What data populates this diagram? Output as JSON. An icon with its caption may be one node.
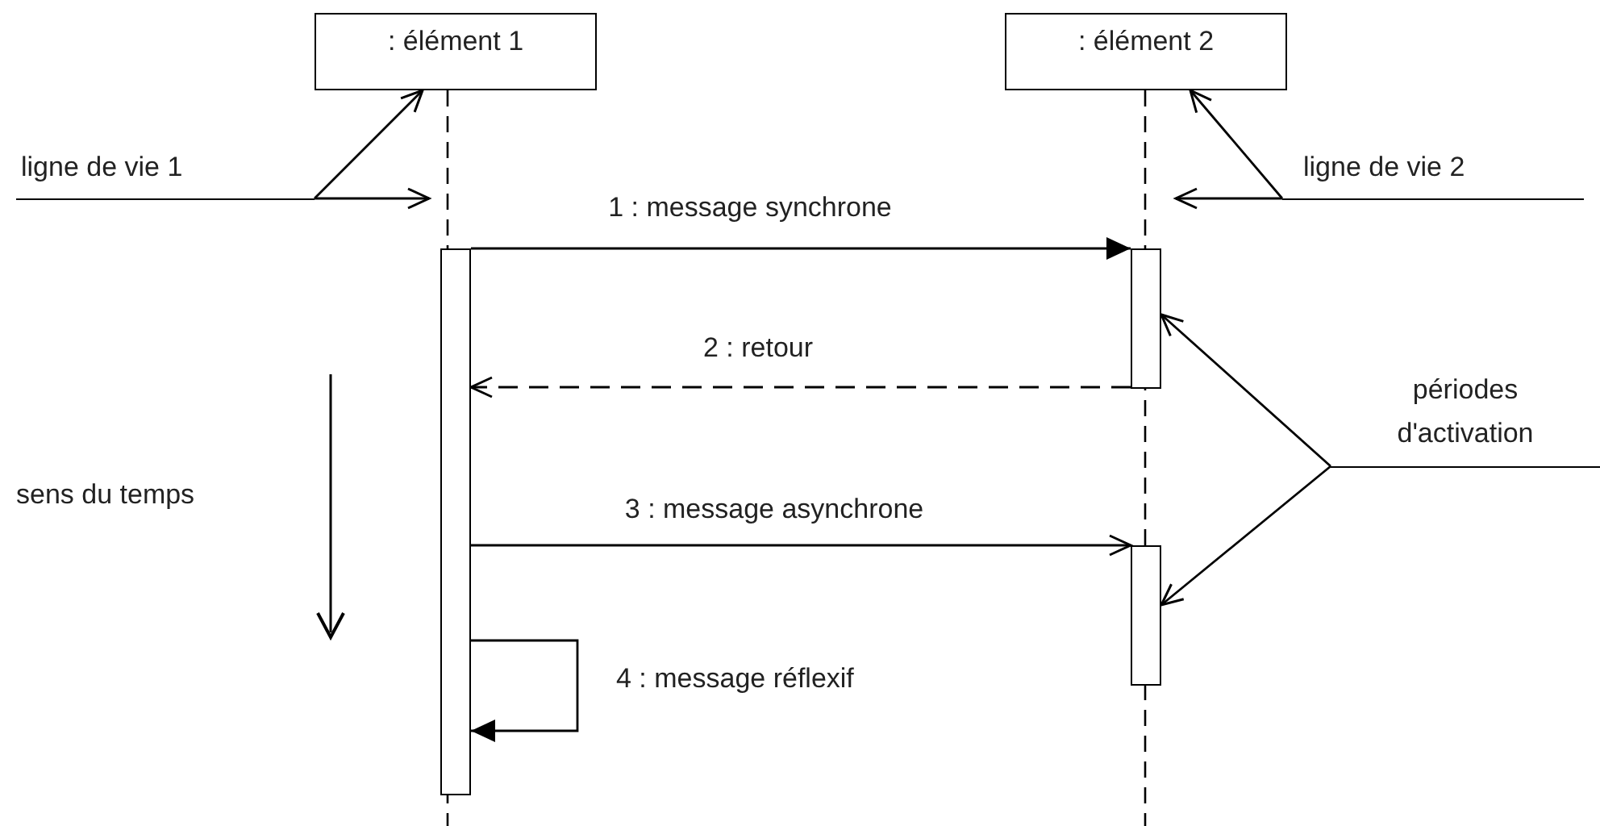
{
  "diagram": {
    "nodes": [
      {
        "text": [
          ": élément 1"
        ]
      },
      {
        "text": [
          ": élément 2"
        ]
      },
      {
        "text": [],
        "shape": "bar"
      },
      {
        "text": [],
        "shape": "bar"
      },
      {
        "text": [],
        "shape": "bar"
      },
      {
        "text": [
          "ligne de vie 1"
        ]
      },
      {
        "text": [
          "ligne de vie 2"
        ]
      },
      {
        "text": [
          "périodes d'activation"
        ]
      }
    ],
    "edges": [
      {
        "from": 2,
        "to": 3,
        "arrow": "to",
        "label": "1 : message synchrone"
      },
      {
        "from": 3,
        "to": 2,
        "arrow": "to",
        "label": "2 : retour",
        "style": "dashed"
      },
      {
        "from": 2,
        "to": 4,
        "arrow": "to",
        "label": "3 : message asynchrone"
      },
      {
        "from": 2,
        "to": 2,
        "arrow": "to",
        "label": "4 : message réflexif"
      },
      {
        "from": 5,
        "to": 0,
        "arrow": "to"
      },
      {
        "from": 5,
        "to": null,
        "arrow": "to"
      },
      {
        "from": 6,
        "to": 1,
        "arrow": "to"
      },
      {
        "from": 6,
        "to": null,
        "arrow": "to"
      },
      {
        "from": 7,
        "to": 3,
        "arrow": "to"
      },
      {
        "from": 7,
        "to": 4,
        "arrow": "to"
      }
    ],
    "labels": [
      "sens du temps"
    ]
  }
}
